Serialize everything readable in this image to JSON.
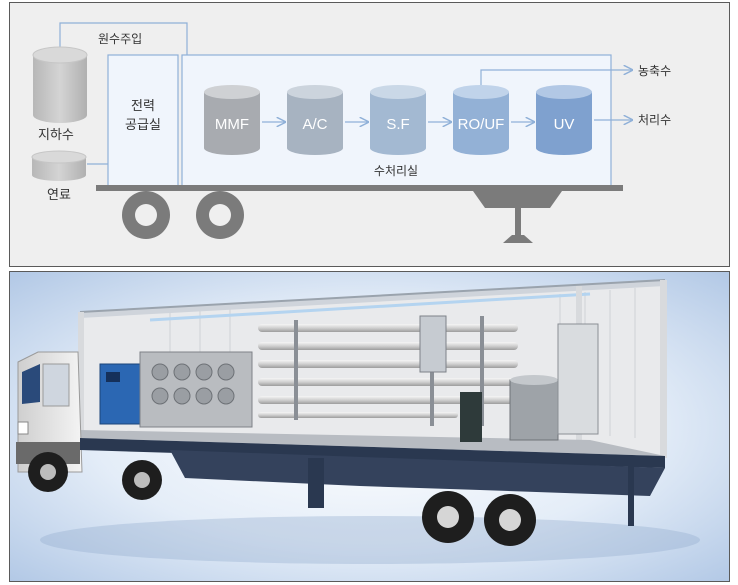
{
  "diagram": {
    "labels": {
      "raw_water_injection": "원수주입",
      "groundwater": "지하수",
      "fuel": "연료",
      "power_room_line1": "전력",
      "power_room_line2": "공급실",
      "water_treatment_room": "수처리실",
      "concentrate": "농축수",
      "treated_water": "처리수"
    },
    "stages": [
      {
        "label": "MMF",
        "color": "#a8abb0"
      },
      {
        "label": "A/C",
        "color": "#a7b3c1"
      },
      {
        "label": "S.F",
        "color": "#a3b9d2"
      },
      {
        "label": "RO/UF",
        "color": "#93b1d6"
      },
      {
        "label": "UV",
        "color": "#7fa1cf"
      }
    ],
    "colors": {
      "flow_line": "#8fb0d8",
      "container_fill": "#f0f5fc",
      "tank_gray": "#c8c8c8",
      "trailer_gray": "#7b7b7b"
    }
  },
  "photo": {
    "subject": "mobile water treatment trailer",
    "colors": {
      "sky": "#bcd0ea",
      "truck_cab": "#e6e6e6",
      "trailer_frame": "#2a3850",
      "generator": "#2b67b3"
    }
  }
}
